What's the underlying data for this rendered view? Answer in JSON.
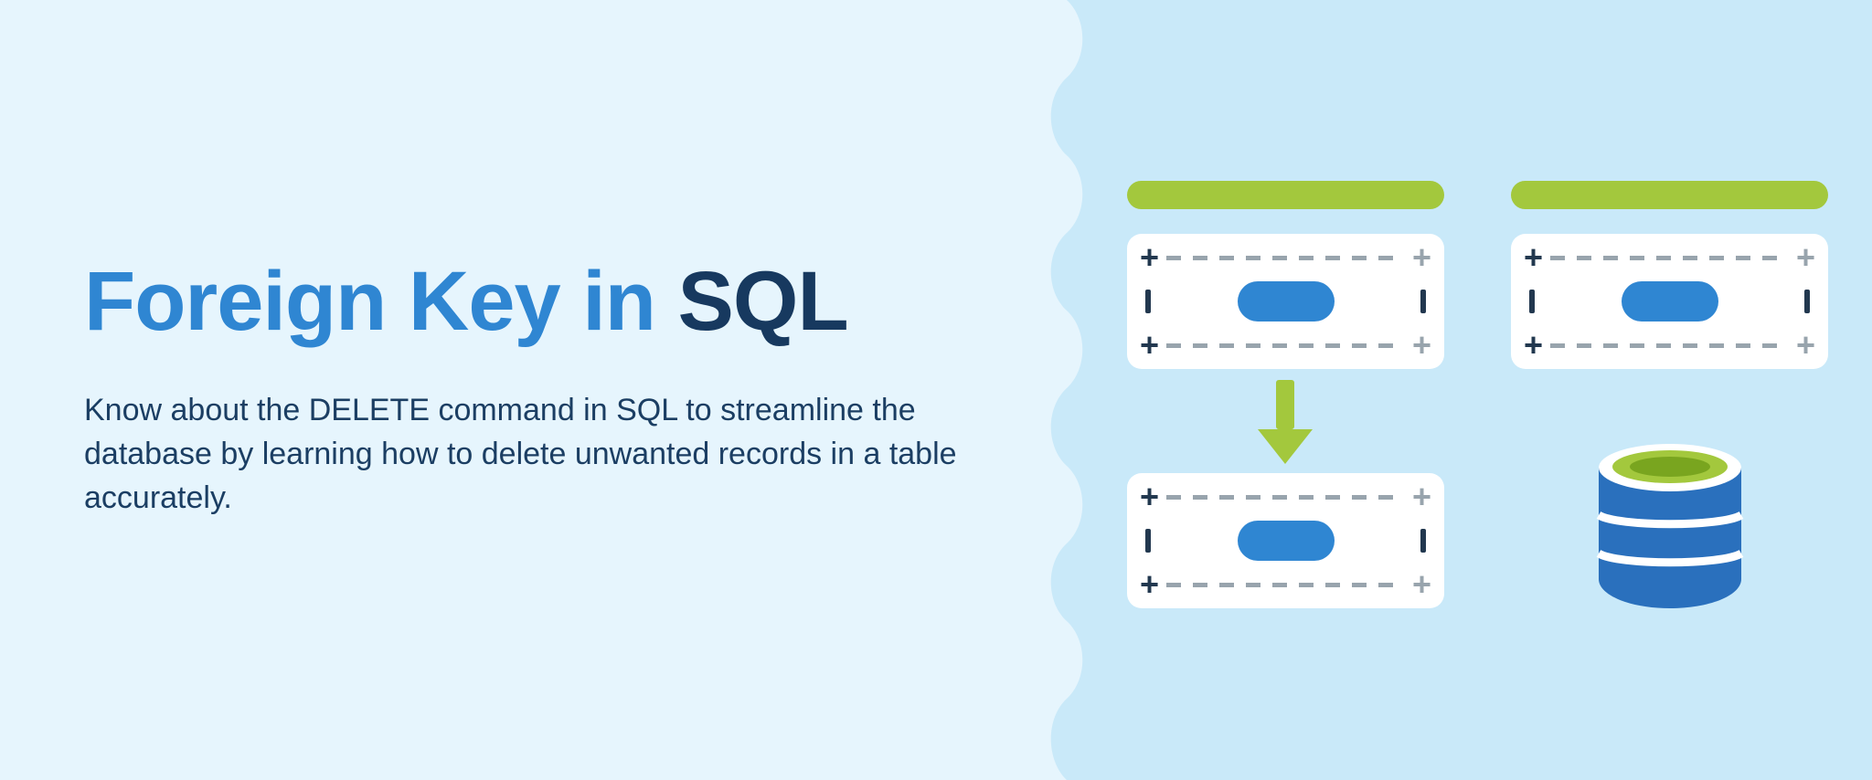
{
  "title": {
    "highlight": "Foreign Key in ",
    "emphasis": "SQL"
  },
  "description": "Know about the DELETE command in SQL to streamline the database by learning how to delete unwanted records in a table accurately.",
  "illustration": {
    "plus": "+",
    "icon_names": [
      "table-header-bar",
      "record-card",
      "record-pill",
      "arrow-down-icon",
      "database-icon",
      "wave-divider"
    ]
  },
  "colors": {
    "accent_blue": "#2f86d2",
    "navy": "#17395f",
    "green": "#a3c83d",
    "background_left": "#e6f5fd",
    "background_right": "#c9e9f9",
    "card_white": "#ffffff",
    "dash_gray": "#98a4ad",
    "cylinder_blue": "#2a70bd",
    "cylinder_top_green": "#79a51f"
  }
}
